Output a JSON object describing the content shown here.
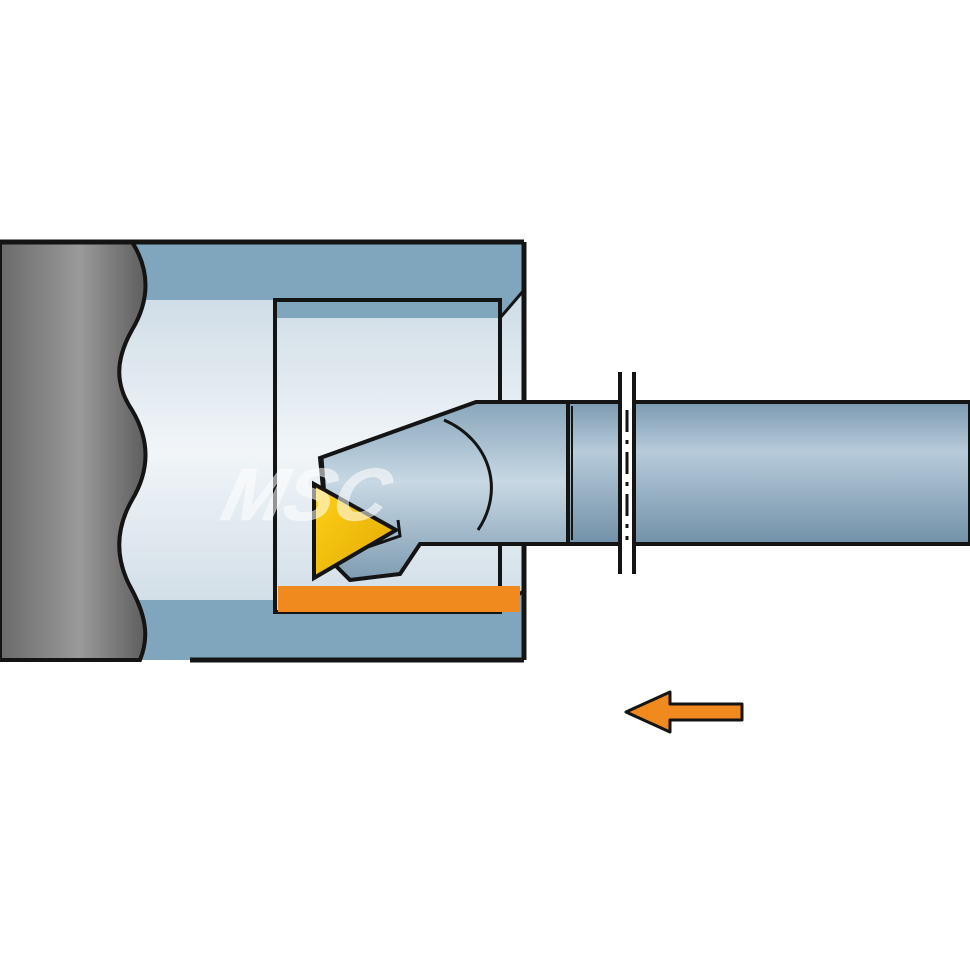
{
  "diagram": {
    "kind": "internal boring operation illustration",
    "watermark": "MSC",
    "feed_direction": "left",
    "colors": {
      "outline": "#141414",
      "workpiece_dark": "#767676",
      "workpiece_light": "#d8e3ea",
      "bore_wall": "#7fa6bd",
      "boring_bar": "#8aa9bf",
      "chip_removal": "#f08a1e",
      "insert": "#f2c400",
      "arrow": "#f08a1e",
      "background": "#ffffff"
    },
    "icons": {
      "workpiece": "workpiece-section",
      "tool": "boring-bar",
      "insert": "triangular-insert-icon",
      "arrow": "feed-arrow-icon",
      "break_mark": "shank-break-icon"
    }
  }
}
